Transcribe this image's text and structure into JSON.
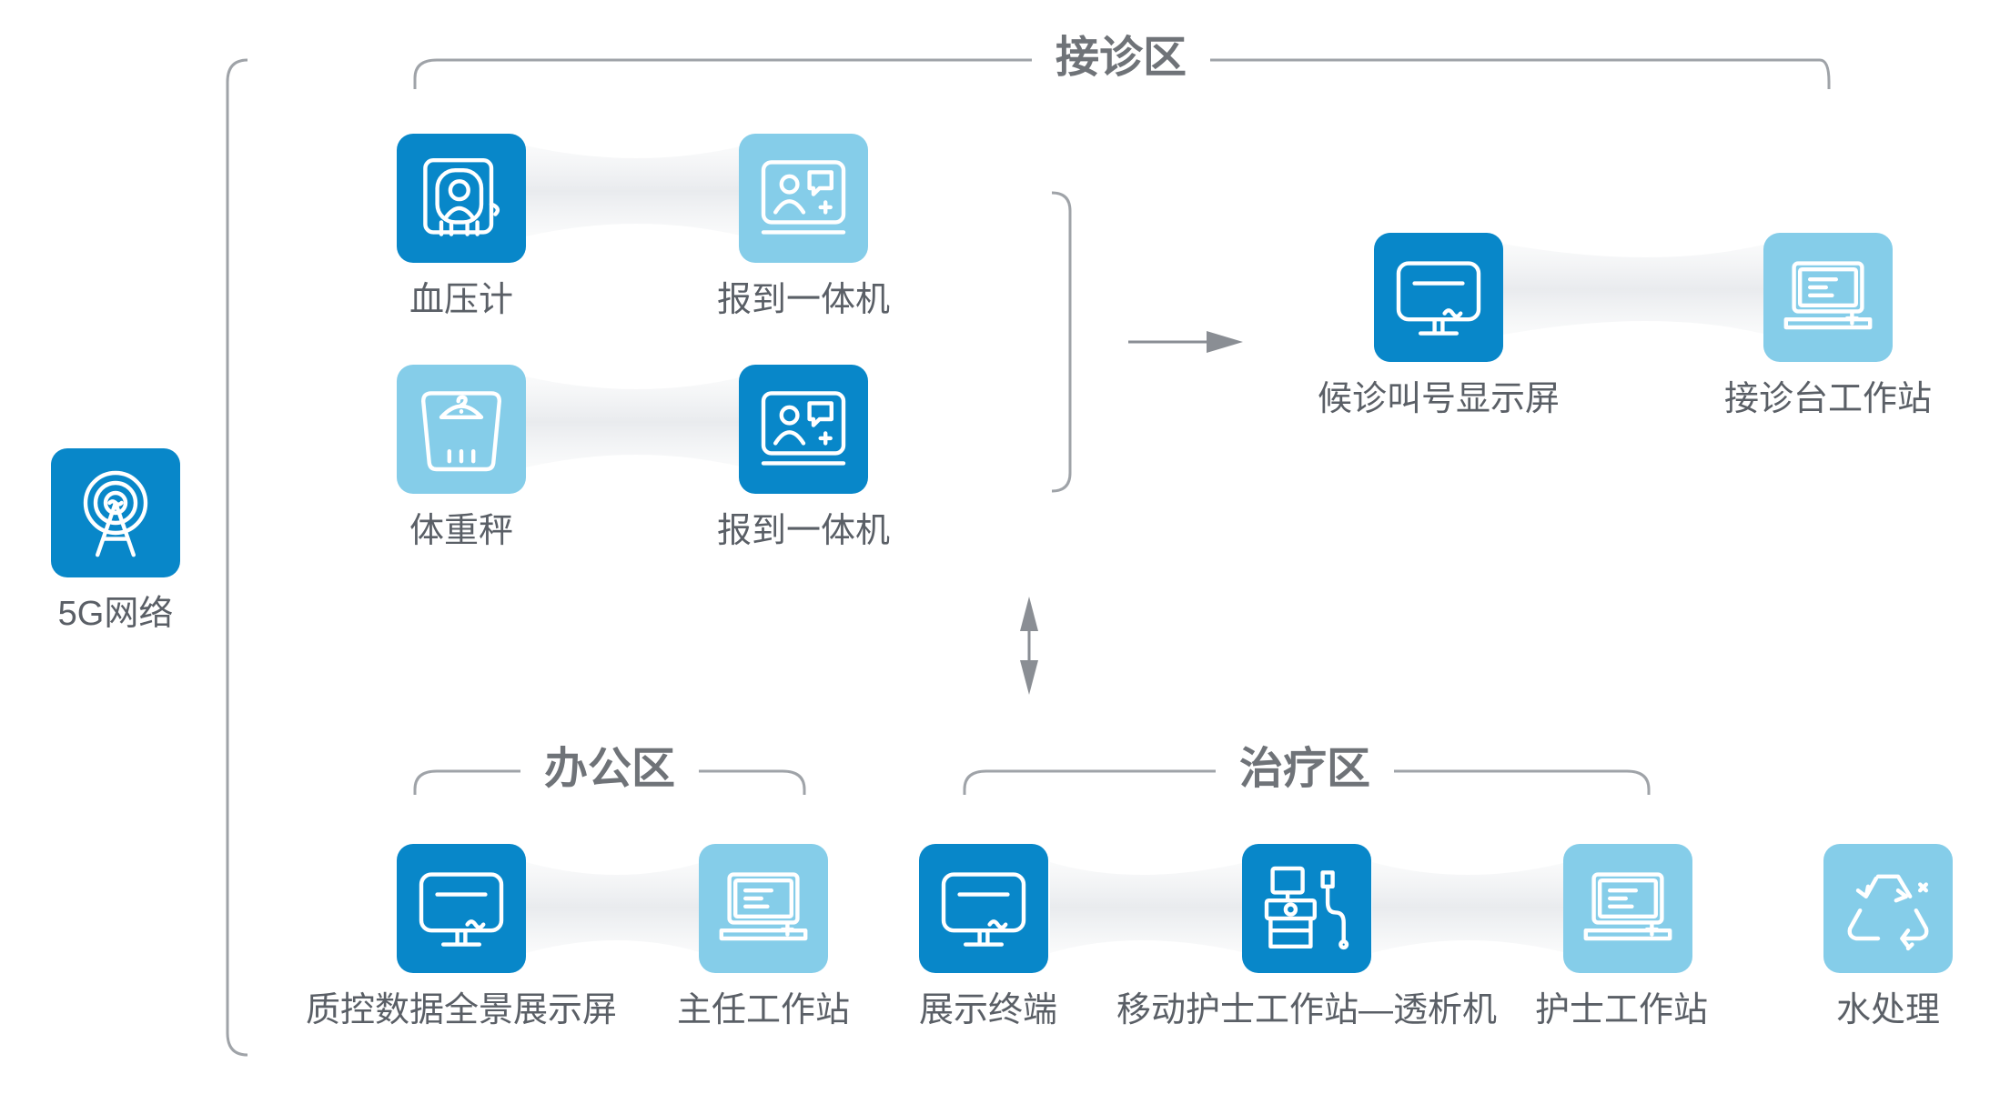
{
  "network": {
    "label": "5G网络",
    "icon": "antenna-tower-icon"
  },
  "zones": {
    "reception": {
      "title": "接诊区",
      "nodes": [
        {
          "label": "血压计",
          "icon": "blood-pressure-monitor-icon",
          "tone": "dark"
        },
        {
          "label": "报到一体机",
          "icon": "kiosk-terminal-icon",
          "tone": "light"
        },
        {
          "label": "体重秤",
          "icon": "weight-scale-icon",
          "tone": "light"
        },
        {
          "label": "报到一体机",
          "icon": "kiosk-terminal-icon",
          "tone": "dark"
        },
        {
          "label": "候诊叫号显示屏",
          "icon": "monitor-icon",
          "tone": "dark"
        },
        {
          "label": "接诊台工作站",
          "icon": "laptop-icon",
          "tone": "light"
        }
      ]
    },
    "office": {
      "title": "办公区",
      "nodes": [
        {
          "label": "质控数据全景展示屏",
          "icon": "monitor-icon",
          "tone": "dark"
        },
        {
          "label": "主任工作站",
          "icon": "laptop-icon",
          "tone": "light"
        }
      ]
    },
    "treatment": {
      "title": "治疗区",
      "nodes": [
        {
          "label": "展示终端",
          "icon": "monitor-icon",
          "tone": "dark"
        },
        {
          "label": "移动护士工作站—透析机",
          "icon": "dialysis-machine-icon",
          "tone": "dark"
        },
        {
          "label": "护士工作站",
          "icon": "laptop-icon",
          "tone": "light"
        }
      ]
    }
  },
  "standalone": {
    "label": "水处理",
    "icon": "recycle-icon",
    "tone": "light"
  },
  "colors": {
    "dark": "#0887c9",
    "light": "#85cde9",
    "line": "#9fa3a8",
    "text": "#5a5f66"
  }
}
